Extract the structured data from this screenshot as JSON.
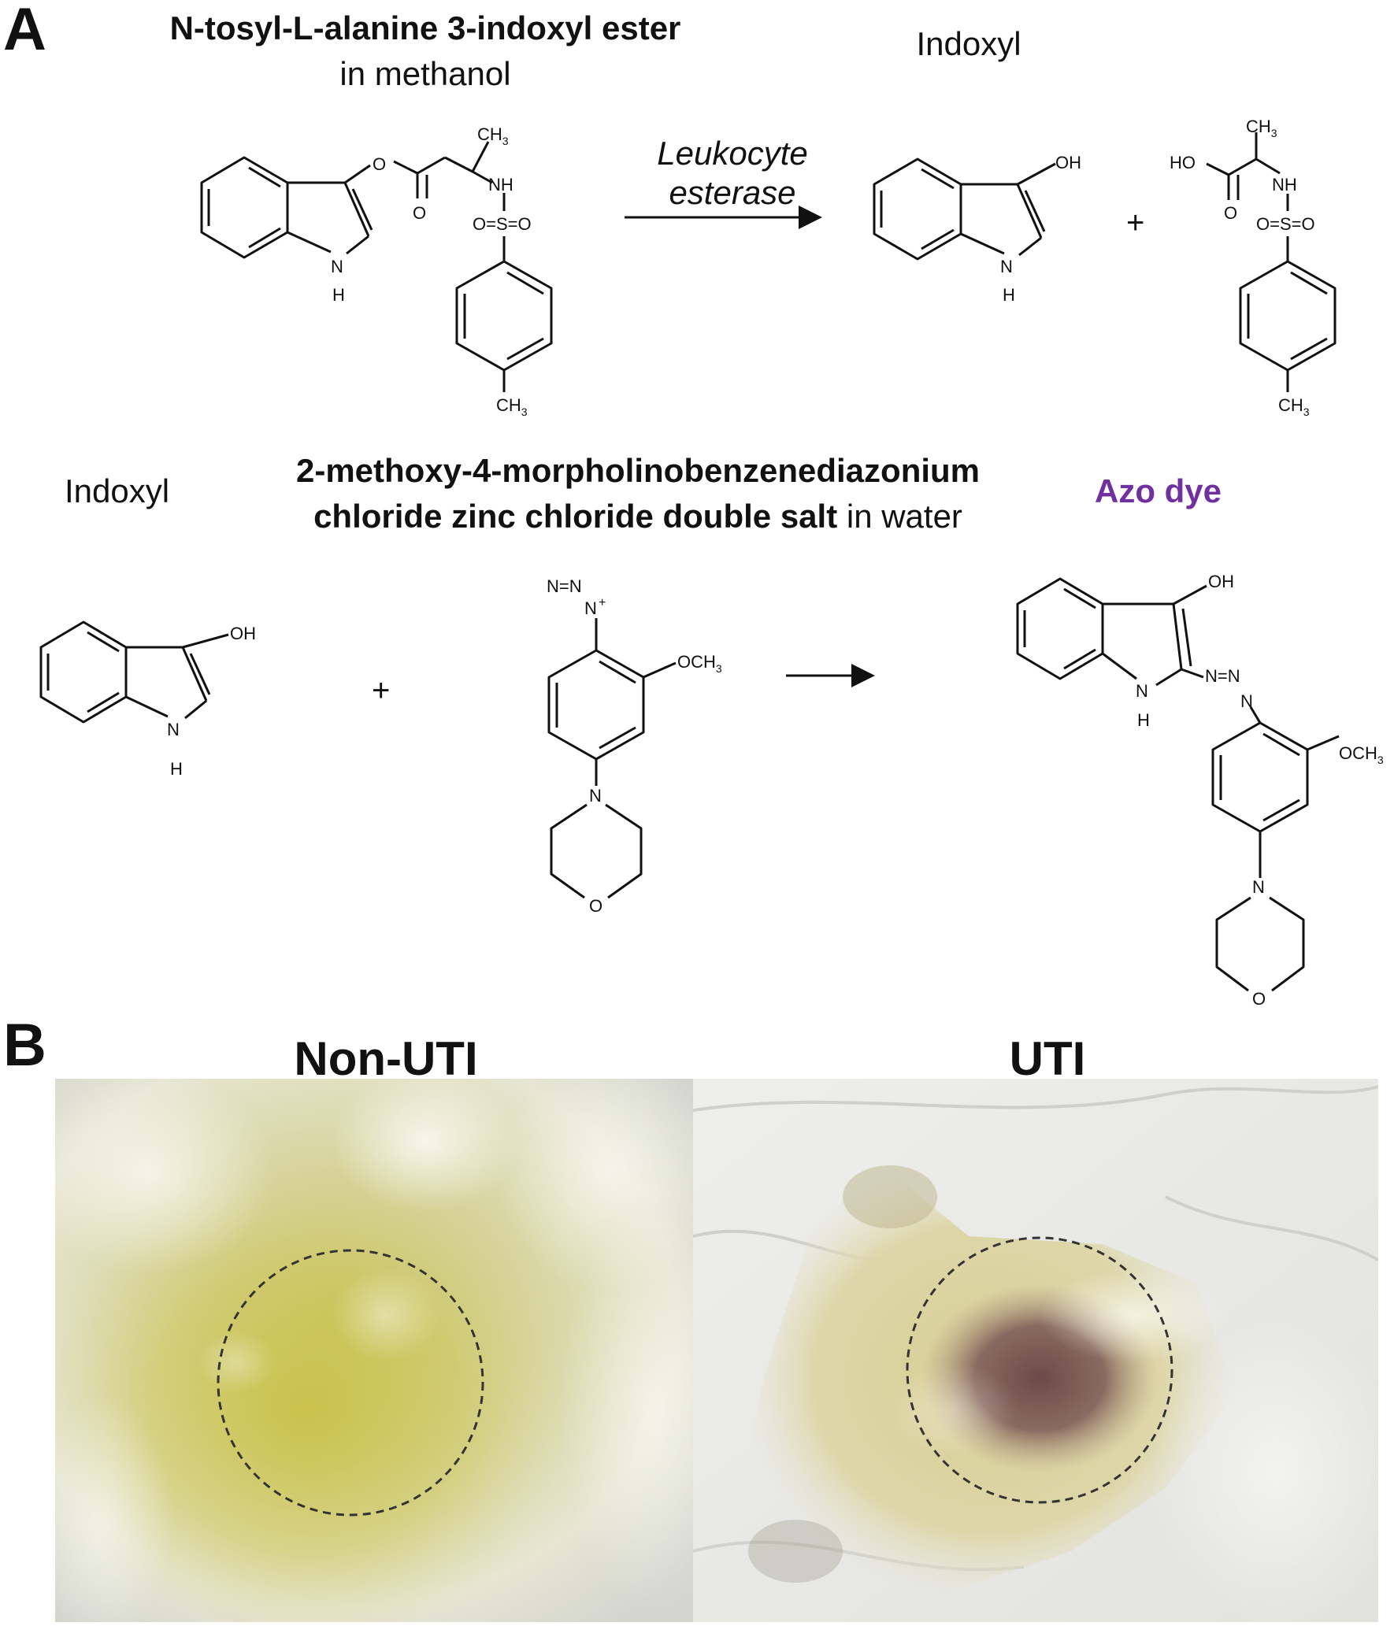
{
  "panel_a": {
    "letter": "A",
    "reaction1": {
      "substrate_name": "N-tosyl-L-alanine 3-indoxyl ester",
      "substrate_solvent": "in methanol",
      "enzyme_line1": "Leukocyte",
      "enzyme_line2": "esterase",
      "product_name": "Indoxyl",
      "plus": "+"
    },
    "reaction2": {
      "reactant1_name": "Indoxyl",
      "reagent_line1": "2-methoxy-4-morpholinobenzenediazonium",
      "reagent_line2_bold": "chloride zinc chloride double salt",
      "reagent_line2_rest": " in water",
      "product_name": "Azo dye",
      "plus": "+"
    },
    "atom_labels": {
      "oh": "OH",
      "ho": "HO",
      "nh": "NH",
      "n": "N",
      "h": "H",
      "o": "O",
      "so2": "O=S=O",
      "ch3": "CH",
      "sub3": "3",
      "och3": "OCH",
      "diazonium": "N=N",
      "plus_charge": "+",
      "azo": "N=N"
    }
  },
  "panel_b": {
    "letter": "B",
    "left_label": "Non-UTI",
    "right_label": "UTI"
  },
  "colors": {
    "azo_dye": "#7030a0",
    "ink": "#111111"
  }
}
